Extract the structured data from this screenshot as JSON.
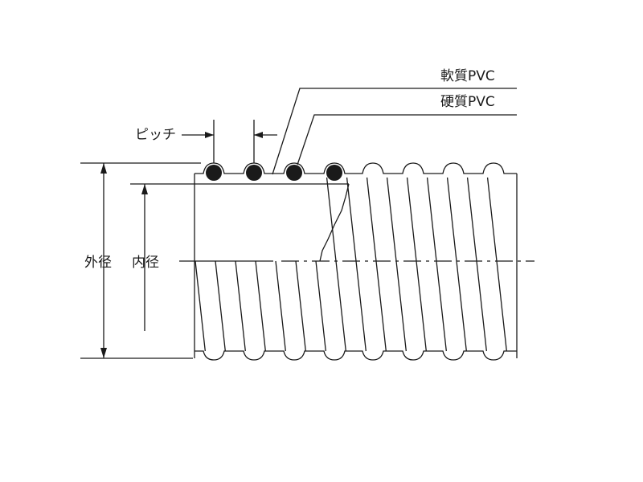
{
  "labels": {
    "soft_pvc": "軟質PVC",
    "hard_pvc": "硬質PVC",
    "pitch": "ピッチ",
    "outer_diameter": "外径",
    "inner_diameter": "内径"
  },
  "colors": {
    "line": "#1a1a1a",
    "wire": "#1a1a1a",
    "background": "#ffffff"
  }
}
